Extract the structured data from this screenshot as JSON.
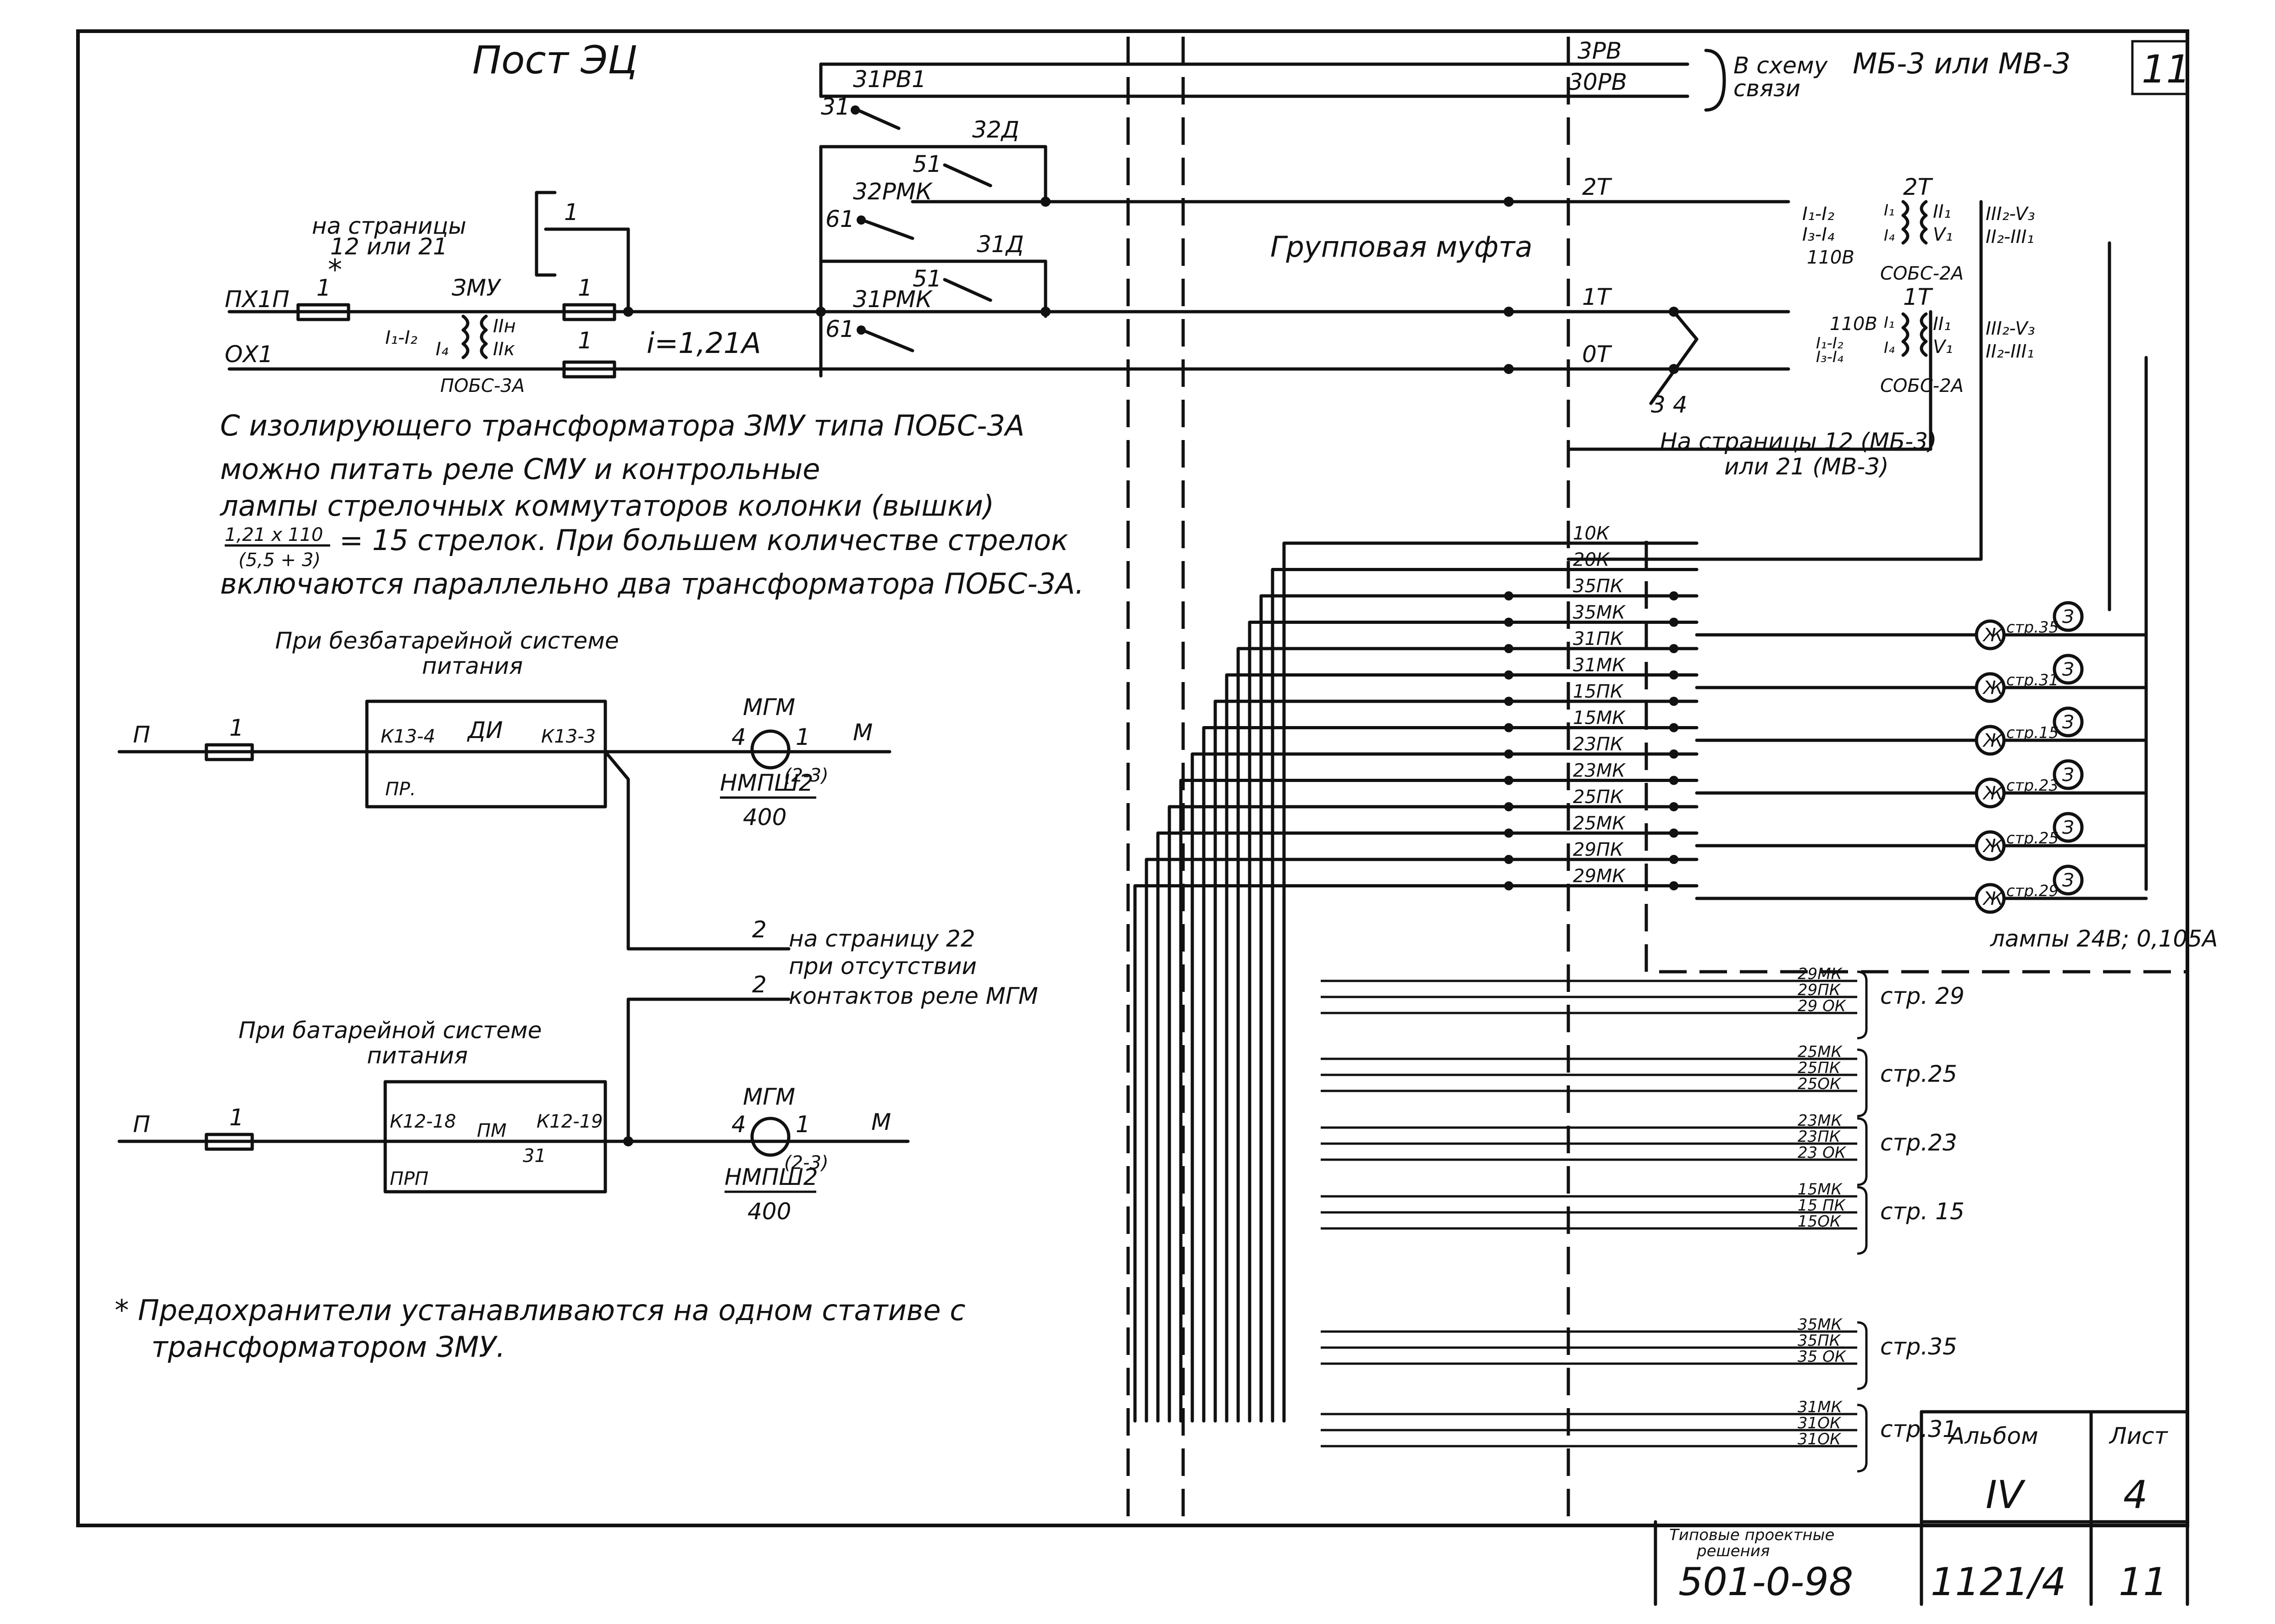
{
  "sheet_number_top": "11",
  "post_title": "Пост ЭЦ",
  "to_comm_scheme": [
    "В схему",
    "связи"
  ],
  "to_comm_models": "МБ-3 или МВ-3",
  "group_coupling": "Групповая муфта",
  "pages_ref_top": [
    "на страницы",
    "12 или 21"
  ],
  "asterisk": "*",
  "bus_labels": {
    "3rv": "3РВ",
    "30rv": "30РВ",
    "2t": "2Т",
    "1t": "1Т",
    "0t": "0Т"
  },
  "relays": {
    "r31rv1": "31РВ1",
    "r31": "31",
    "r32d": "32Д",
    "r51a": "51",
    "r32rmk": "32РМК",
    "r61a": "61",
    "r31d": "31Д",
    "r51b": "51",
    "r31rmk": "31РМК",
    "r61b": "61"
  },
  "line_labels": {
    "pkhip": "ПХ1П",
    "oxi": "ОХ1"
  },
  "fuse_label": "1",
  "zmu": {
    "label": "ЗМУ",
    "type": "ПОБС-3А",
    "winding_i": "I₁-I₂",
    "winding_i4": "I₄",
    "winding_iin": "IIн",
    "winding_iik": "IIк"
  },
  "current": "i=1,21А",
  "transformers": {
    "t2": {
      "label": "2Т",
      "type": "СОБС-2А",
      "primary": [
        "I₁-I₂",
        "I₃-I₄",
        "110В"
      ],
      "w1": "II₁",
      "w2": "V₁",
      "sec": [
        "III₂-V₃",
        "II₂-III₁"
      ],
      "tags": [
        "I₁",
        "I₄"
      ]
    },
    "t1": {
      "label": "1Т",
      "type": "СОБС-2А",
      "primary": [
        "110В",
        "I₁-I₂",
        "I₃-I₄"
      ],
      "w1": "II₁",
      "w2": "V₁",
      "sec": [
        "III₂-V₃",
        "II₂-III₁"
      ],
      "tags": [
        "I₁",
        "I₄"
      ]
    }
  },
  "pages_ref_mid": {
    "nums": "3 4",
    "lines": [
      "На страницы 12 (МБ-3)",
      "или  21 (МВ-3)"
    ]
  },
  "note_lines": [
    "С изолирующего трансформатора ЗМУ типа  ПОБС-3А",
    "можно   питать   реле   СМУ  и  контрольные",
    "лампы стрелочных  коммутаторов колонки (вышки)",
    "= 15 стрелок. При большем количестве  стрелок",
    "включаются параллельно два трансформатора ПОБС-3А."
  ],
  "note_fraction": {
    "num": "1,21 х 110",
    "den": "(5,5 + 3)"
  },
  "batteryless": {
    "title": [
      "При безбатарейной системе",
      "питания"
    ],
    "p": "П",
    "m": "М",
    "fuse": "1",
    "k_left": "К13-4",
    "k_right": "К13-3",
    "relay": "ДИ",
    "panel": "ПР.",
    "mgm": "МГМ",
    "mgm_pin4": "4",
    "mgm_pin1": "1",
    "mgm_pins": "(2-3)",
    "nmpsh": "НМПШ2",
    "nmpsh_val": "400"
  },
  "battery": {
    "title": [
      "При батарейной системе",
      "питания"
    ],
    "p": "П",
    "m": "М",
    "fuse": "1",
    "k_left": "К12-18",
    "k_right": "К12-19",
    "relay": "ПМ",
    "contact": "31",
    "panel": "ПРП",
    "mgm": "МГМ",
    "mgm_pin4": "4",
    "mgm_pin1": "1",
    "mgm_pins": "(2-3)",
    "nmpsh": "НМПШ2",
    "nmpsh_val": "400"
  },
  "page22": {
    "num1": "2",
    "num2": "2",
    "lines": [
      "на страницу 22",
      "при отсутствии",
      "контактов реле МГМ"
    ]
  },
  "footnote": [
    "* Предохранители устанавливаются на одном стативе с",
    "трансформатором ЗМУ."
  ],
  "coupling_wires": [
    "10К",
    "20К",
    "35ПК",
    "35МК",
    "31ПК",
    "31МК",
    "15ПК",
    "15МК",
    "23ПК",
    "23МК",
    "25ПК",
    "25МК",
    "29ПК",
    "29МК"
  ],
  "lamps": [
    {
      "label": "стр.35"
    },
    {
      "label": "стр.31"
    },
    {
      "label": "стр.15"
    },
    {
      "label": "стр.23"
    },
    {
      "label": "стр.25"
    },
    {
      "label": "стр.29"
    }
  ],
  "lamp_note": "лампы 24В; 0,105А",
  "lamp_symbol": "Ж",
  "lamp_symbol_z": "З",
  "groups": [
    {
      "wires": [
        "29МК",
        "29ПК",
        "29 ОК"
      ],
      "label": "стр. 29"
    },
    {
      "wires": [
        "25МК",
        "25ПК",
        "25ОК"
      ],
      "label": "стр.25"
    },
    {
      "wires": [
        "23МК",
        "23ПК",
        "23 ОК"
      ],
      "label": "стр.23"
    },
    {
      "wires": [
        "15МК",
        "15 ПК",
        "15ОК"
      ],
      "label": "стр. 15"
    },
    {
      "wires": [
        "35МК",
        "35ПК",
        "35 ОК"
      ],
      "label": "стр.35"
    },
    {
      "wires": [
        "31МК",
        "31ОК",
        "31ОК"
      ],
      "label": "стр.31"
    }
  ],
  "title_block": {
    "album_label": "Альбом",
    "sheet_label": "Лист",
    "album_value": "IV",
    "sheet_value": "4",
    "typical": [
      "Типовые проектные",
      "решения"
    ],
    "project": "501-0-98",
    "album_code": "1121/4",
    "sheet_code": "11"
  }
}
